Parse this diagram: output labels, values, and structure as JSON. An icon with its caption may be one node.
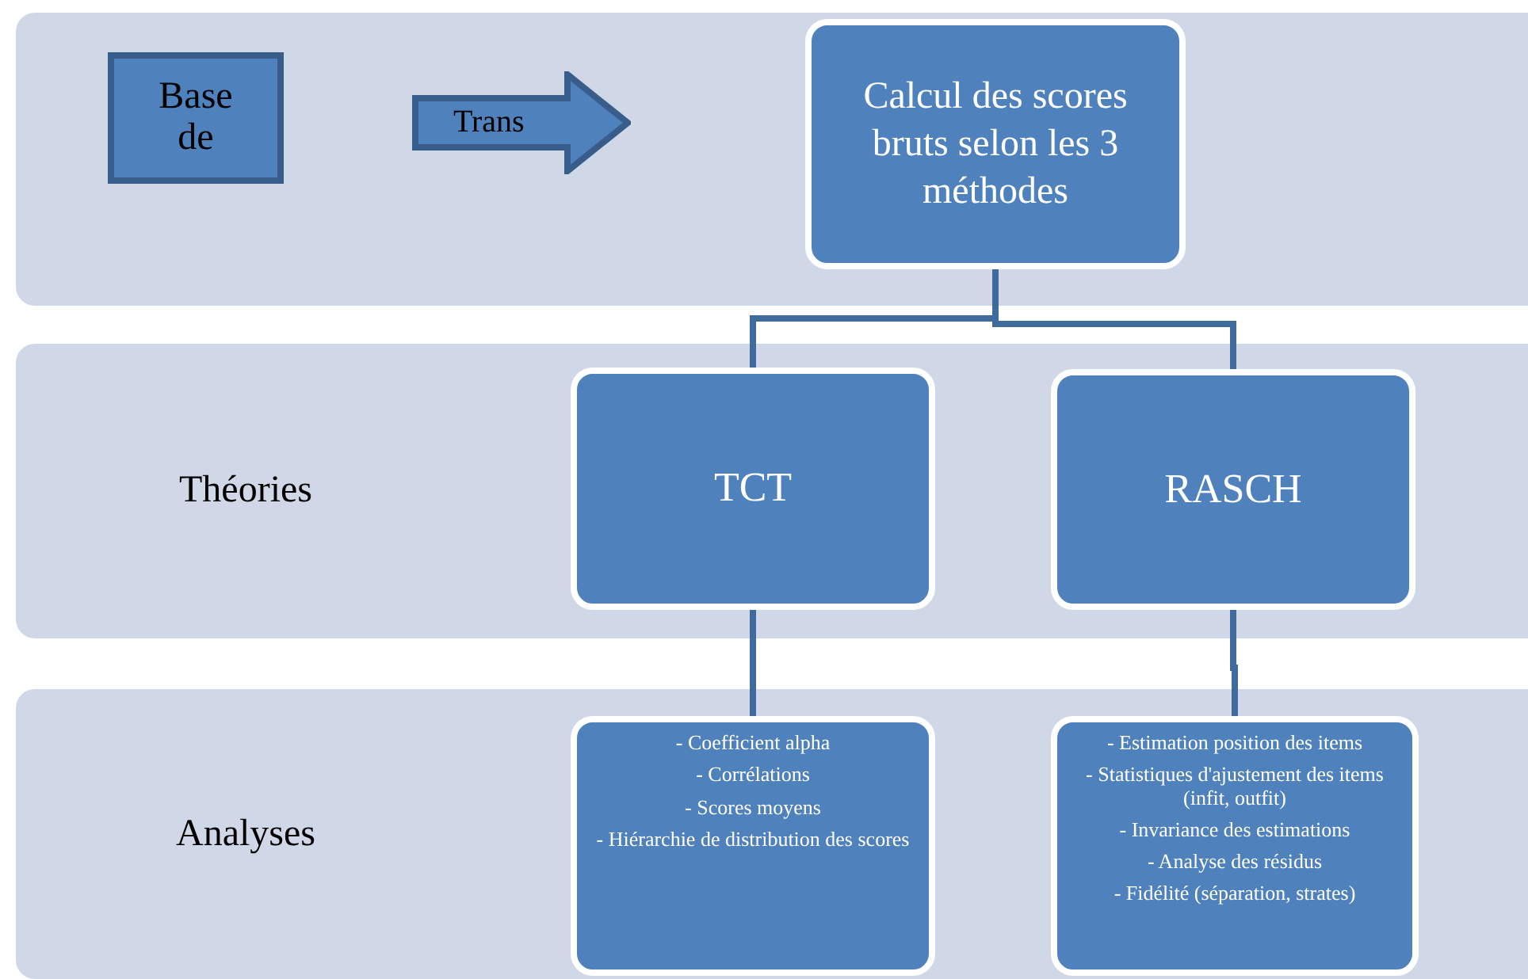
{
  "diagram": {
    "nodes": [
      {
        "text": [],
        "shape": "box"
      },
      {
        "text": [
          "Base de"
        ],
        "in": 0
      },
      {
        "text": [
          "Trans"
        ],
        "in": 0
      },
      {
        "text": [
          "Calcul des scores bruts selon les 3 méthodes"
        ],
        "in": 0
      },
      {
        "text": [
          "Théories"
        ]
      },
      {
        "text": [
          "TCT"
        ],
        "in": 4
      },
      {
        "text": [
          "RASCH"
        ],
        "in": 4
      },
      {
        "text": [
          "Analyses"
        ]
      },
      {
        "text": [
          "- Coefficient alpha",
          "- Corrélations",
          "- Scores moyens",
          "- Hiérarchie de distribution des scores"
        ],
        "in": 7
      },
      {
        "text": [
          "- Estimation position des items",
          "- Statistiques d'ajustement des items (infit, outfit)",
          "- Invariance des estimations",
          "- Analyse des résidus",
          "- Fidélité (séparation, strates)"
        ],
        "in": 7
      }
    ],
    "edges": [
      {
        "from": 3,
        "to": 5,
        "arrow": "none"
      },
      {
        "from": 3,
        "to": 6,
        "arrow": "none"
      },
      {
        "from": 5,
        "to": 8,
        "arrow": "none"
      },
      {
        "from": 6,
        "to": 9,
        "arrow": "none"
      }
    ]
  }
}
